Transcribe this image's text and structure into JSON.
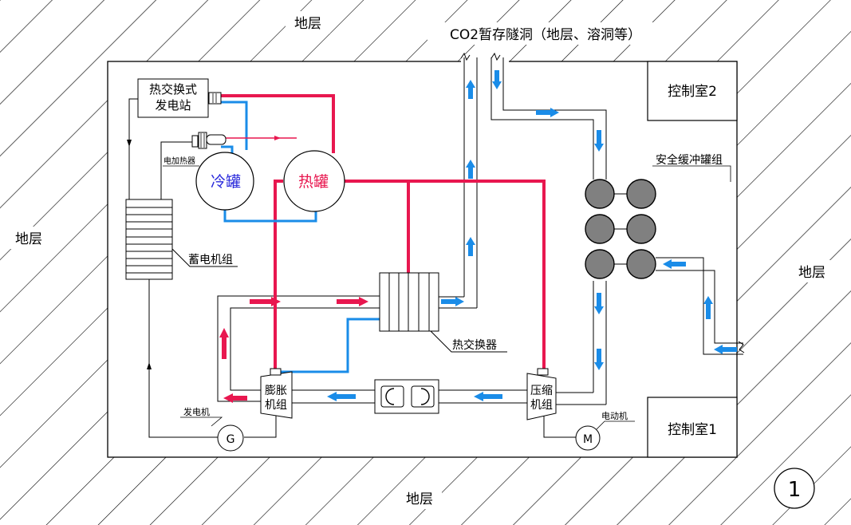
{
  "labels": {
    "ground_top": "地层",
    "ground_left": "地层",
    "ground_right": "地层",
    "ground_bottom": "地层",
    "tunnel": "CO2暂存隧洞（地层、溶洞等）",
    "control_room_2": "控制室2",
    "control_room_1": "控制室1",
    "heat_exchange_station_line1": "热交换式",
    "heat_exchange_station_line2": "发电站",
    "electric_heater": "电加热器",
    "cold_tank": "冷罐",
    "hot_tank": "热罐",
    "storage_unit": "蓄电机组",
    "heat_exchanger": "热交换器",
    "buffer_tanks": "安全缓冲罐组",
    "expander_line1": "膨胀",
    "expander_line2": "机组",
    "compressor_line1": "压缩",
    "compressor_line2": "机组",
    "generator_label": "发电机",
    "generator_symbol": "G",
    "motor_label": "电动机",
    "motor_symbol": "M",
    "figure_number": "1"
  },
  "colors": {
    "hot": "#e8174f",
    "cold": "#1a8ce8",
    "cold_text": "#2a2adb",
    "hot_text": "#e8174f",
    "line": "#000000",
    "tank_fill": "#808080"
  }
}
